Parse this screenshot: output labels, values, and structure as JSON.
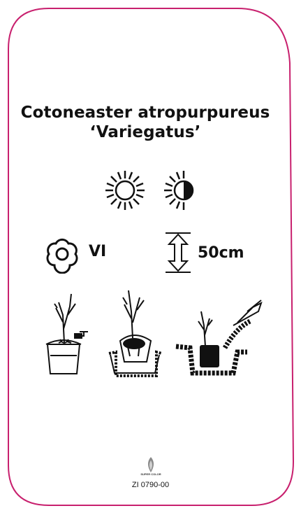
{
  "label": {
    "title_line_1": "Cotoneaster atropurpureus",
    "title_line_2": "‘Variegatus’",
    "light_icons": [
      "full-sun-icon",
      "partial-shade-icon"
    ],
    "flower_icon": "flower-icon",
    "bloom_month": "VI",
    "height_icon": "height-arrow-icon",
    "height_value": "50cm",
    "planting_steps": [
      "water-bucket-icon",
      "place-in-hole-icon",
      "fill-soil-icon"
    ],
    "logo_text": "SUPER COLOR",
    "code": "ZI 0790-00",
    "border_color": "#c8206e"
  }
}
